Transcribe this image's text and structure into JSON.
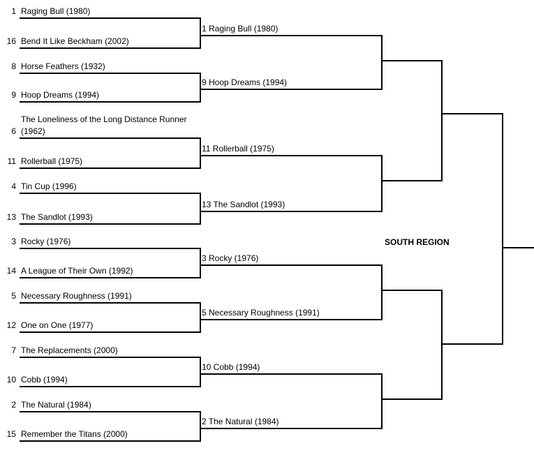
{
  "region_label": "SOUTH REGION",
  "round1": [
    {
      "seed": "1",
      "name": "Raging Bull (1980)"
    },
    {
      "seed": "16",
      "name": "Bend It Like Beckham (2002)"
    },
    {
      "seed": "8",
      "name": "Horse Feathers (1932)"
    },
    {
      "seed": "9",
      "name": "Hoop Dreams (1994)"
    },
    {
      "seed": "6",
      "name": "The Loneliness of the Long Distance Runner",
      "name2": "(1962)"
    },
    {
      "seed": "11",
      "name": "Rollerball (1975)"
    },
    {
      "seed": "4",
      "name": "Tin Cup (1996)"
    },
    {
      "seed": "13",
      "name": "The Sandlot (1993)"
    },
    {
      "seed": "3",
      "name": "Rocky  (1976)"
    },
    {
      "seed": "14",
      "name": "A League of Their Own (1992)"
    },
    {
      "seed": "5",
      "name": "Necessary Roughness (1991)"
    },
    {
      "seed": "12",
      "name": "One on One (1977)"
    },
    {
      "seed": "7",
      "name": "The Replacements (2000)"
    },
    {
      "seed": "10",
      "name": "Cobb (1994)"
    },
    {
      "seed": "2",
      "name": "The Natural (1984)"
    },
    {
      "seed": "15",
      "name": "Remember the Titans (2000)"
    }
  ],
  "round2": [
    {
      "label": "1 Raging Bull (1980)"
    },
    {
      "label": "9 Hoop Dreams (1994)"
    },
    {
      "label": "11 Rollerball (1975)"
    },
    {
      "label": "13 The Sandlot (1993)"
    },
    {
      "label": "3 Rocky  (1976)"
    },
    {
      "label": "5 Necessary Roughness (1991)"
    },
    {
      "label": "10 Cobb (1994)"
    },
    {
      "label": "2 The Natural (1984)"
    }
  ]
}
